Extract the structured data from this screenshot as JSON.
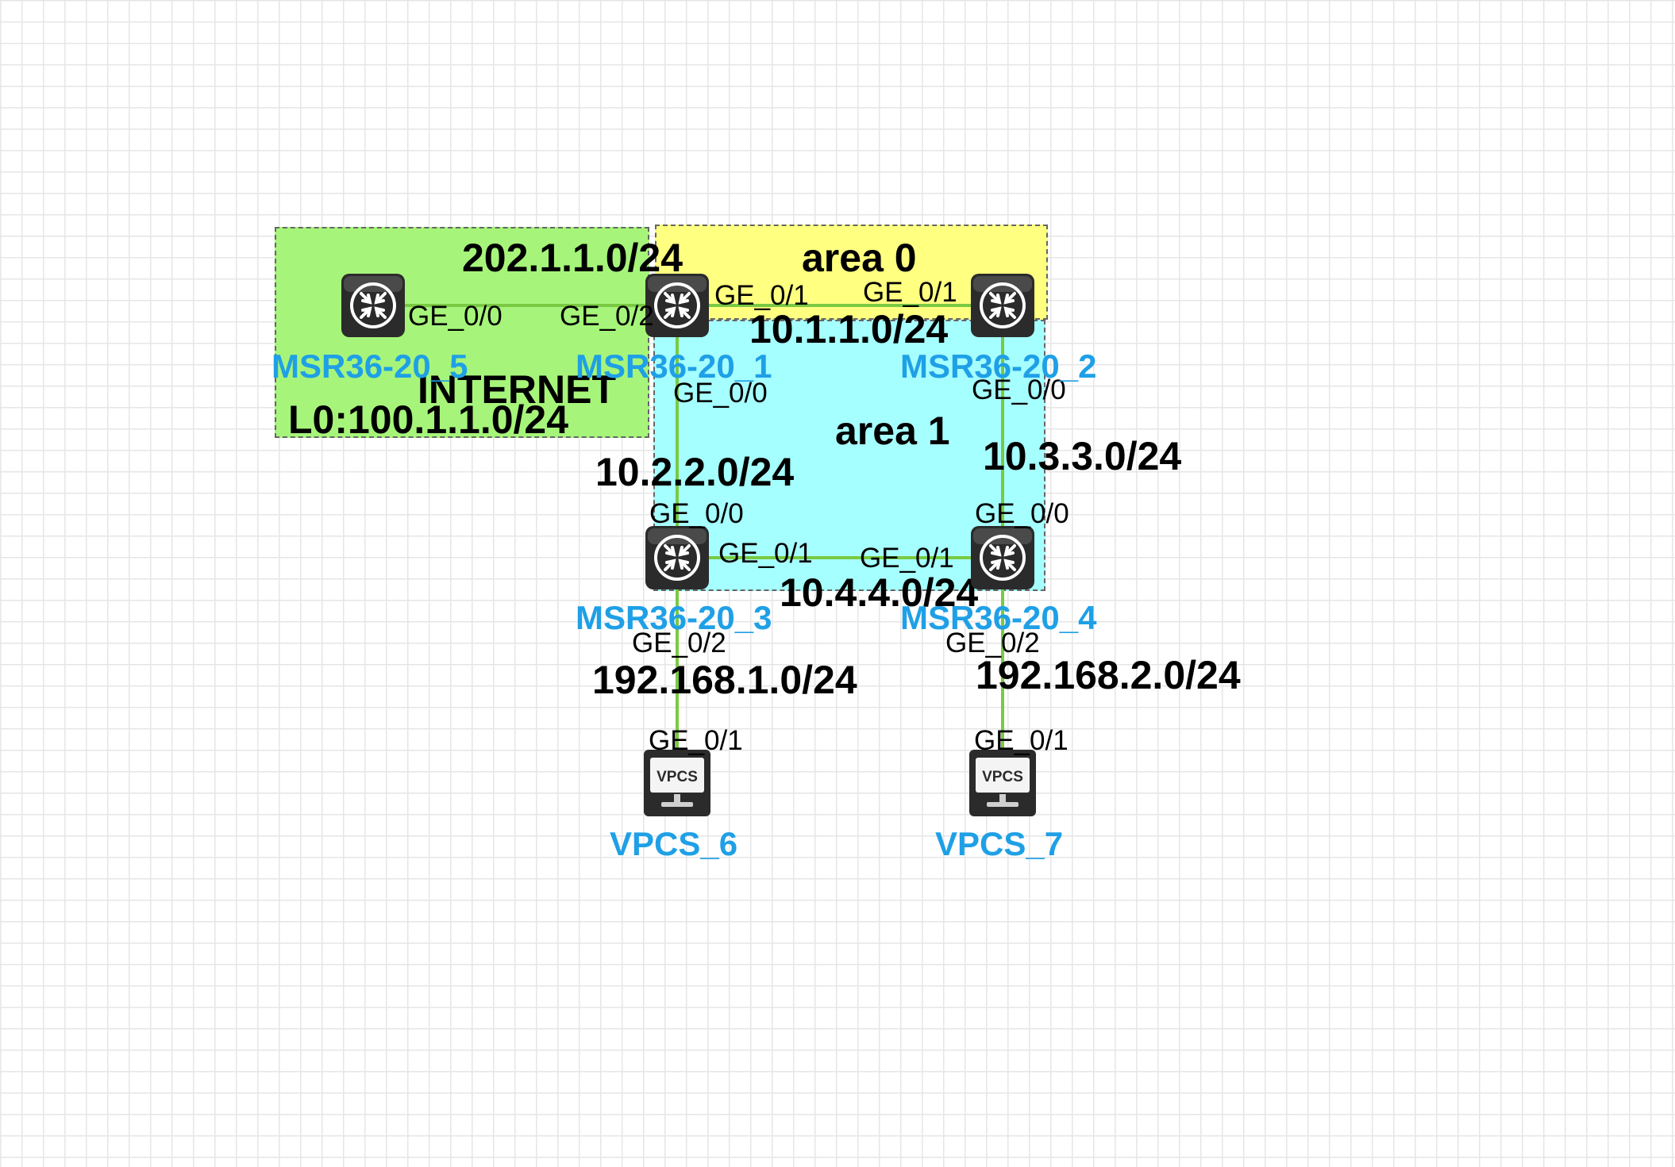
{
  "zones": {
    "internet_label": "INTERNET",
    "loopback": "L0:100.1.1.0/24",
    "area0": "area 0",
    "area1": "area 1"
  },
  "networks": {
    "net_202": "202.1.1.0/24",
    "net_10_1": "10.1.1.0/24",
    "net_10_2": "10.2.2.0/24",
    "net_10_3": "10.3.3.0/24",
    "net_10_4": "10.4.4.0/24",
    "net_192_1": "192.168.1.0/24",
    "net_192_2": "192.168.2.0/24"
  },
  "devices": {
    "r5": "MSR36-20_5",
    "r1": "MSR36-20_1",
    "r2": "MSR36-20_2",
    "r3": "MSR36-20_3",
    "r4": "MSR36-20_4",
    "pc6": "VPCS_6",
    "pc7": "VPCS_7",
    "vpcs_badge": "VPCS"
  },
  "ports": {
    "r5_ge00": "GE_0/0",
    "r1_ge02": "GE_0/2",
    "r1_ge01": "GE_0/1",
    "r2_ge01": "GE_0/1",
    "r1_ge00": "GE_0/0",
    "r2_ge00": "GE_0/0",
    "r3_ge00": "GE_0/0",
    "r4_ge00": "GE_0/0",
    "r3_ge01": "GE_0/1",
    "r4_ge01": "GE_0/1",
    "r3_ge02": "GE_0/2",
    "r4_ge02": "GE_0/2",
    "pc6_ge01": "GE_0/1",
    "pc7_ge01": "GE_0/1"
  },
  "colors": {
    "internet_zone": "#a6f57a",
    "area0_zone": "#ffff80",
    "area1_zone": "#a6ffff",
    "link": "#7ac943",
    "device_label": "#1fa0e6",
    "router_icon": "#2b2b2b"
  },
  "icons": {
    "router": "router-icon",
    "pc": "vpcs-terminal-icon"
  }
}
